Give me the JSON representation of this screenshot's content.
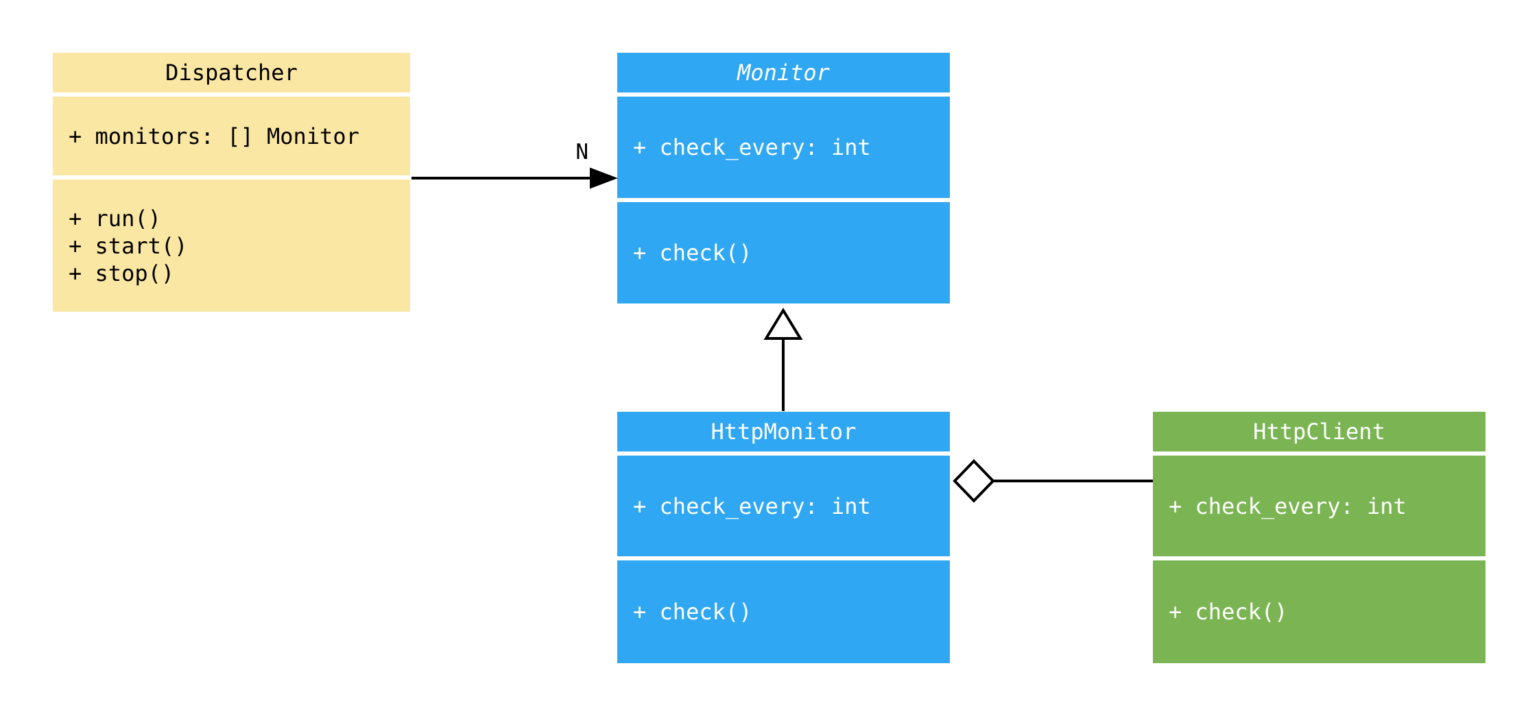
{
  "diagram": {
    "type": "uml-class-diagram",
    "background_color": "#FFFFFF",
    "line_color": "#000000",
    "classes": [
      {
        "name": "Dispatcher",
        "abstract": false,
        "fill": "#FBE7A4",
        "text_color": "#000000",
        "attributes": [
          "+ monitors: [] Monitor"
        ],
        "methods": [
          "+ run()",
          "+ start()",
          "+ stop()"
        ]
      },
      {
        "name": "Monitor",
        "abstract": true,
        "fill": "#30A7F3",
        "text_color": "#FFFFFF",
        "attributes": [
          "+ check_every: int"
        ],
        "methods": [
          "+ check()"
        ]
      },
      {
        "name": "HttpMonitor",
        "abstract": false,
        "fill": "#30A7F3",
        "text_color": "#FFFFFF",
        "attributes": [
          "+ check_every: int"
        ],
        "methods": [
          "+ check()"
        ]
      },
      {
        "name": "HttpClient",
        "abstract": false,
        "fill": "#7BB553",
        "text_color": "#FFFFFF",
        "attributes": [
          "+ check_every: int"
        ],
        "methods": [
          "+ check()"
        ]
      }
    ],
    "relationships": [
      {
        "type": "association",
        "from": "Dispatcher",
        "to": "Monitor",
        "multiplicity": "N",
        "marker": "filled-arrowhead"
      },
      {
        "type": "inheritance",
        "from": "HttpMonitor",
        "to": "Monitor",
        "marker": "hollow-triangle"
      },
      {
        "type": "aggregation",
        "from": "HttpMonitor",
        "to": "HttpClient",
        "marker": "hollow-diamond"
      }
    ]
  }
}
